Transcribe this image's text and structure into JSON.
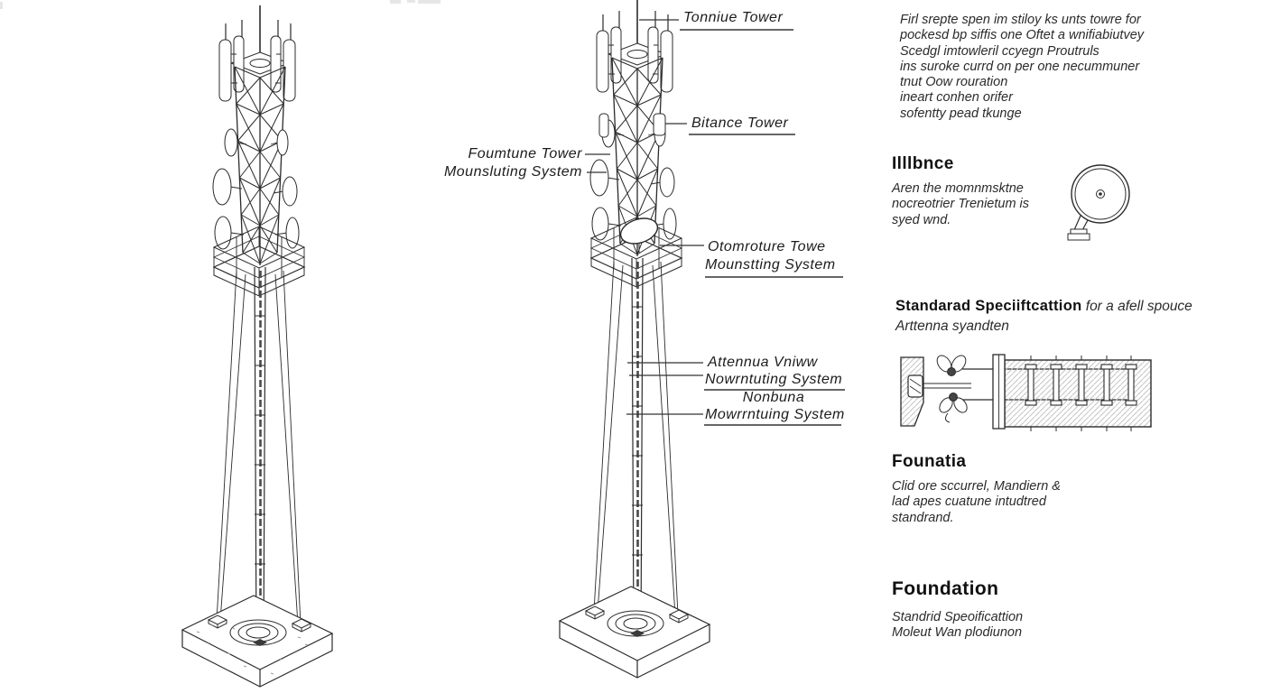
{
  "colors": {
    "ink": "#2b2b2b",
    "text": "#1d1d1d",
    "hatch": "#bdbdbd",
    "background": "#ffffff"
  },
  "tower_labels": {
    "tonniue": "Tonniue Tower",
    "btance": "Bitance Tower",
    "foumtune_line1": "Foumtune Tower",
    "foumtune_line2": "Mounsluting System",
    "otomoture_line1": "Otomroture Towe",
    "otomoture_line2": "Mounstting System",
    "attenna_line1": "Attennua Vniww",
    "attenna_line2": "Nowrntuting System",
    "attenna_line3": "Nonbuna",
    "attenna_line4": "Mowrrntuing System"
  },
  "notes": {
    "intro_lines": [
      "Firl srepte spen im stiloy ks unts towre for",
      "pockesd bp siffis one Oftet a wnifiabiutvey",
      "Scedgl imtowleril ccyegn Proutruls",
      "ins suroke currd on per one necummuner",
      "tnut Oow rouration",
      "ineart conhen orifer",
      "sofentty pead tkunge"
    ],
    "illbnce": {
      "heading": "Illlbnce",
      "lines": [
        "Aren the momnmsktne",
        "nocreotrier Trenietum is",
        "syed wnd."
      ]
    },
    "standard": {
      "heading_bold": "Standarad Speciiftcattion",
      "heading_rest": " for a afell spouce",
      "line2": "Arttenna syandten"
    },
    "founatia": {
      "heading": "Founatia",
      "lines": [
        "Clid ore sccurrel, Mandiern &",
        "lad apes cuatune intudtred",
        "standrand."
      ]
    },
    "foundation": {
      "heading": "Foundation",
      "lines": [
        "Standrid Speoificattion",
        "Moleut Wan plodiunon"
      ]
    }
  }
}
